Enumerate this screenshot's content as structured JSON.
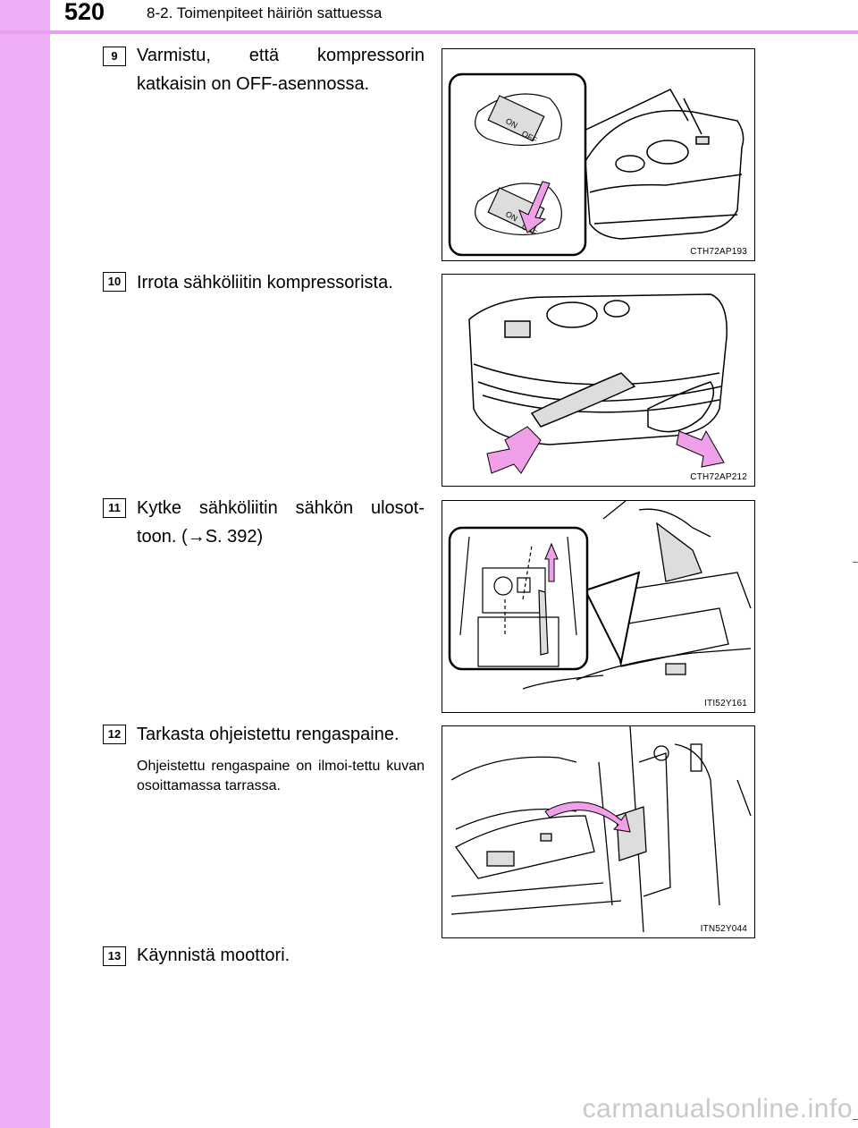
{
  "header": {
    "page_number": "520",
    "section": "8-2. Toimenpiteet häiriön sattuessa"
  },
  "steps": [
    {
      "number": "9",
      "text": "Varmistu, että kompressorin katkaisin on OFF-asennossa.",
      "figure_code": "CTH72AP193",
      "switch_on": "ON",
      "switch_off": "OFF"
    },
    {
      "number": "10",
      "text": "Irrota sähköliitin kompressorista.",
      "figure_code": "CTH72AP212"
    },
    {
      "number": "11",
      "text": "Kytke sähköliitin sähkön ulosot-toon. (→S. 392)",
      "figure_code": "ITI52Y161"
    },
    {
      "number": "12",
      "text": "Tarkasta ohjeistettu rengaspaine.",
      "subtext": "Ohjeistettu rengaspaine on ilmoi-tettu kuvan osoittamassa tarrassa.",
      "figure_code": "ITN52Y044"
    },
    {
      "number": "13",
      "text": "Käynnistä moottori."
    }
  ],
  "watermark": "carmanualsonline.info",
  "colors": {
    "sidebar": "#eeaef5",
    "accent_line": "#e89ef0",
    "arrow_pink": "#f0a0e8"
  }
}
